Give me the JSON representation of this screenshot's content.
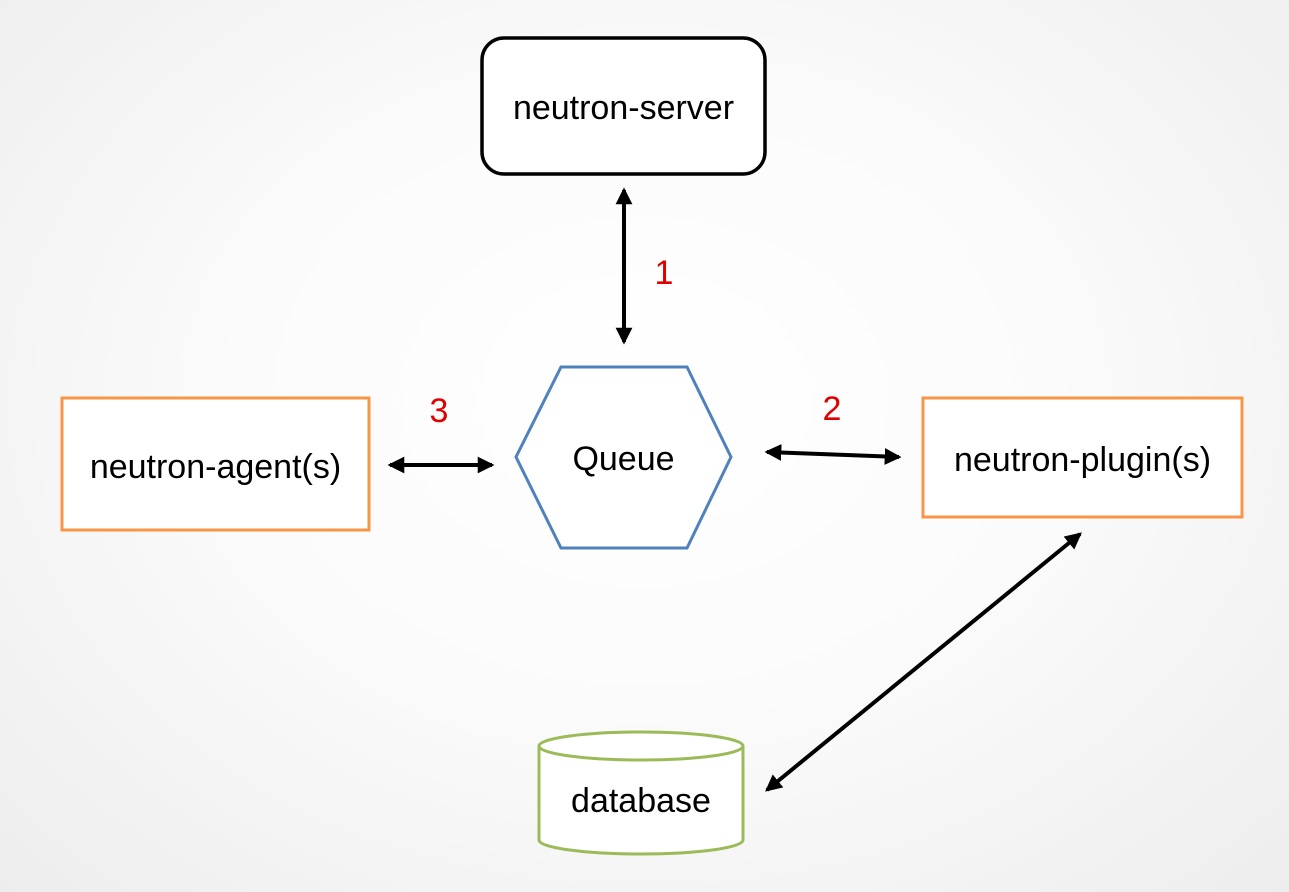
{
  "nodes": {
    "server": {
      "label": "neutron-server"
    },
    "queue": {
      "label": "Queue"
    },
    "agent": {
      "label": "neutron-agent(s)"
    },
    "plugin": {
      "label": "neutron-plugin(s)"
    },
    "database": {
      "label": "database"
    }
  },
  "steps": {
    "one": "1",
    "two": "2",
    "three": "3"
  },
  "colors": {
    "server_stroke": "#000000",
    "queue_stroke": "#4f81bd",
    "agent_stroke": "#f79646",
    "plugin_stroke": "#f79646",
    "database_stroke": "#9bbb59",
    "arrow": "#000000",
    "step_label": "#e00000"
  }
}
